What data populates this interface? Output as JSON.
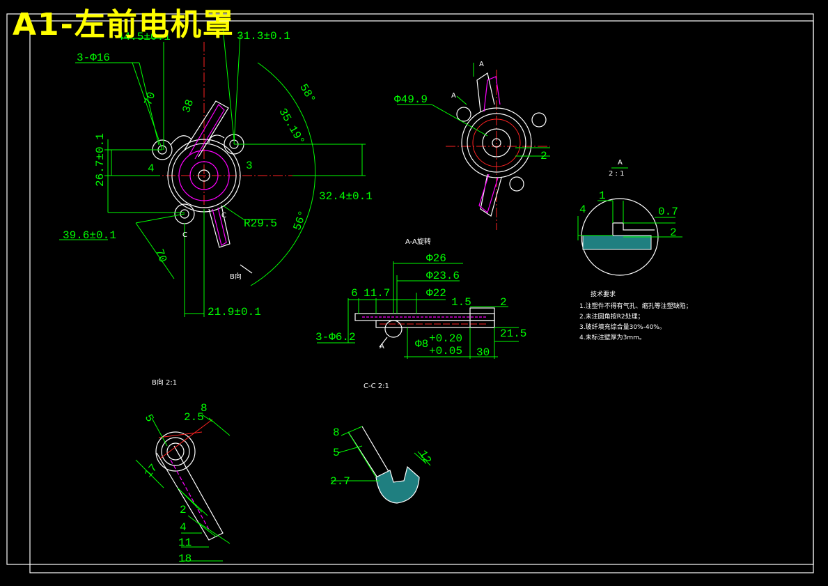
{
  "title": "A1-左前电机罩",
  "main_view": {
    "dims": [
      "44.5±0.1",
      "31.3±0.1",
      "3-Φ16",
      "70",
      "38",
      "58°",
      "35.19°",
      "26.7±0.1",
      "4",
      "3",
      "32.4±0.1",
      "R29.5",
      "39.6±0.1",
      "56°",
      "70",
      "21.9±0.1"
    ],
    "labels": [
      "C",
      "C",
      "B向"
    ]
  },
  "top_view": {
    "dims": [
      "Φ49.9",
      "2"
    ],
    "labels": [
      "A",
      "A"
    ]
  },
  "detail_a": {
    "title": "A",
    "scale": "2 : 1",
    "dims": [
      "1",
      "4",
      "0.7",
      "2"
    ]
  },
  "section_aa": {
    "title": "A-A旋转",
    "dims": [
      "Φ26",
      "Φ23.6",
      "Φ22",
      "6",
      "11.7",
      "1.5",
      "2",
      "3-Φ6.2",
      "21.5",
      "Φ8",
      "+0.20",
      "+0.05",
      "30"
    ],
    "labels": [
      "A"
    ]
  },
  "tech_req": {
    "title": "技术要求",
    "items": [
      "1.注塑件不得有气孔、缩孔等注塑缺陷；",
      "2.未注圆角按R2处理；",
      "3.玻纤填充综合量30%-40%。",
      "4.未标注壁厚为3mm。"
    ]
  },
  "view_b": {
    "title": "B向 2:1",
    "dims": [
      "5",
      "2.5",
      "8",
      "17",
      "2",
      "4",
      "11",
      "18"
    ]
  },
  "section_cc": {
    "title": "C-C 2:1",
    "dims": [
      "8",
      "5",
      "2.7",
      "12"
    ]
  }
}
